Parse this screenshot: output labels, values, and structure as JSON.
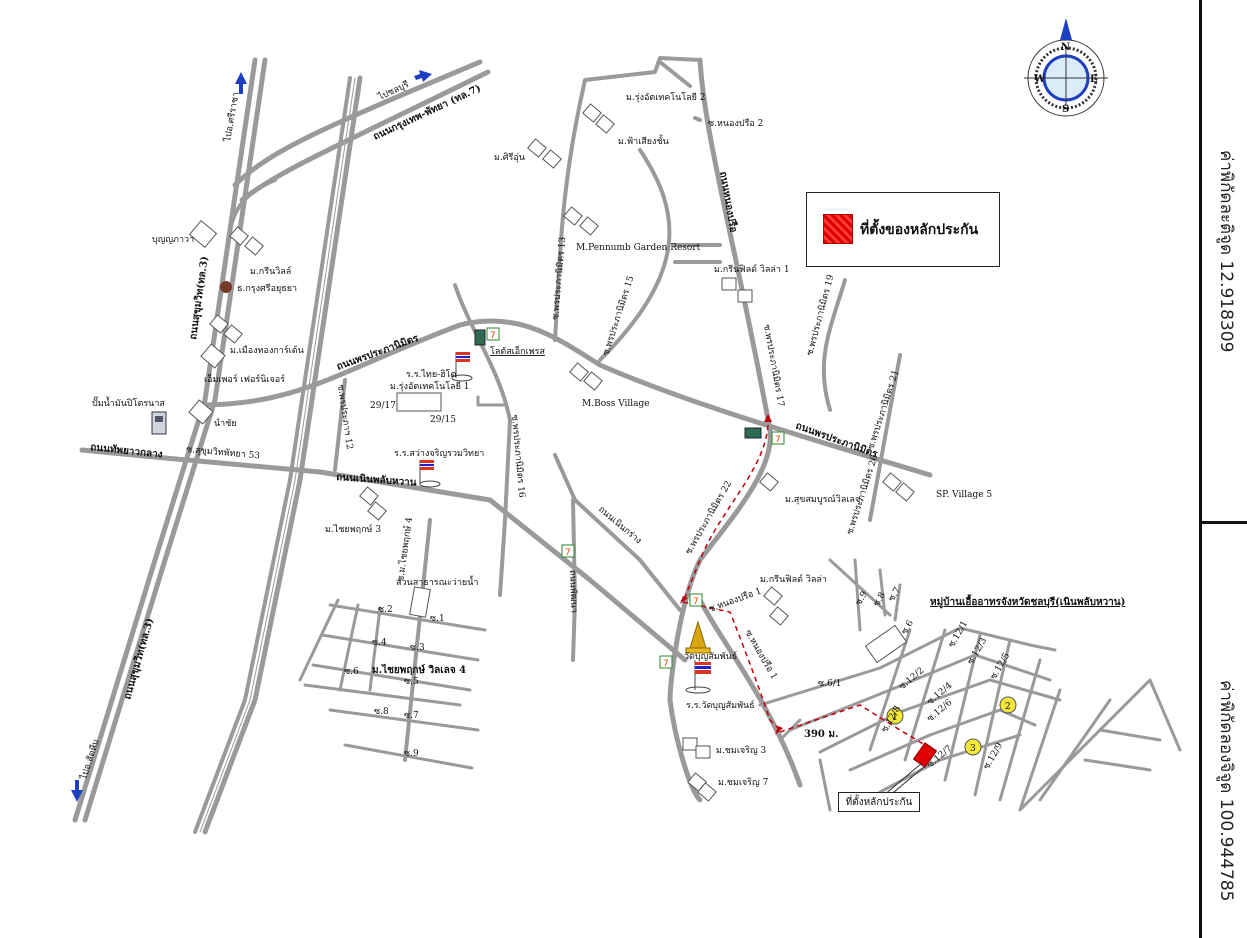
{
  "legend": {
    "label": "ที่ตั้งของหลักประกัน",
    "swatch_color": "#e10000"
  },
  "coords": {
    "lat": "ค่าพิกัดละติจูด 12.918309",
    "lon": "ค่าพิกัดลองจิจูด 100.944785"
  },
  "compass": {
    "n": "N",
    "s": "S",
    "e": "E",
    "w": "W"
  },
  "roads": {
    "sukhumvit_upper": "ถนนสุขุมวิท(ทล.3)",
    "sukhumvit_lower": "ถนนสุขุมวิท(ทล.3)",
    "motorway": "ถนนกรุงเทพ-พัทยา (ทล.7)",
    "pornprapa": "ถนนพรประภานิมิตร",
    "pornprapa_east": "ถนนพรประภานิมิตร",
    "noenplabwan": "ถนนเนินพลับหวาน",
    "thappraya": "ถนนทัพยาวกลาง",
    "nongprue": "ถนนหนองปรือ",
    "to_sriracha": "ไปอ.ศรีราชา",
    "to_chonburi": "ไปชลบุรี",
    "to_sattahip": "ไปอ.สัตหีบ"
  },
  "sois": {
    "s2": "ซ.หนองปรือ 2",
    "s13": "ซ.พรประภานิมิตร 13",
    "s15": "ซ.พรประภานิมิตร 15",
    "s17": "ซ.พรประภานิมิตร 17",
    "s19": "ซ.พรประภานิมิตร 19",
    "s21": "ซ.พรประภานิมิตร 21",
    "s26": "ซ.พรประภานิมิตร 26",
    "s22": "ซ.พรประภานิมิตร 22",
    "s16": "ซ.พรประภานิมิตร 16",
    "s12": "ซ.พรประภาฯ 12",
    "sukhumvit53": "ซ.สุขุมวิทพัทยา 53",
    "noenplab_village": "ซ.ม.ไชยพฤกษ์ 4",
    "watbunsamphan": "ถนนเนินกร่าง",
    "tha_talad": "ถนนพัฒนา",
    "nongprue_1": "ซ.หนองปรือ 1",
    "nongprue_1b": "ซ.หนองปรือ 1",
    "s_6_1": "ซ.6/1",
    "s_12_1": "ซ.12/1",
    "s_12_2": "ซ.12/2",
    "s_12_3": "ซ.12/3",
    "s_12_4": "ซ.12/4",
    "s_12_5": "ซ.12/5",
    "s_12_6": "ซ.12/6",
    "s_12_7": "ซ.12/7",
    "s_12_8": "ซ.12/8",
    "s_12_9": "ซ.12/9",
    "s_6": "ซ.6",
    "s_7": "ซ.7",
    "s_8": "ซ.8",
    "s_9": "ซ.9",
    "g_1": "ซ.1",
    "g_2": "ซ.2",
    "g_3": "ซ.3",
    "g_4": "ซ.4",
    "g_5": "ซ.5",
    "g_6": "ซ.6",
    "g_7": "ซ.7",
    "g_8": "ซ.8",
    "g_9": "ซ.9"
  },
  "places": {
    "m_lookpet2": "ม.รุ่งอัตเทคโนโลยี 2",
    "m_fahyaem": "ม.ฟ้าเสียงชั้น",
    "m_sirichai": "ม.ศิรีอุ่น",
    "m_pennumb": "M.Pennumb Garden Resort",
    "m_green1": "ม.กรีนฟิลด์ วิลล่า 1",
    "m_bunyapa": "บุญญภาวา",
    "m_greenville": "ม.กรีนวิลล์",
    "m_krungsri": "ธ.กรุงศรีอยุธยา",
    "m_muangthai": "ม.เมืองทองการ์เด้น",
    "m_emperor": "เอ็มเพอร์ เฟอร์นิเจอร์",
    "m_nachai": "นำชัย",
    "petrol": "ปั๊มน้ำมันปิโตรนาส",
    "lotus": "โลตัสเอ็กเพรส",
    "school_thai": "ร.ร.ไทย-ฮิโต",
    "m_look1": "ม.รุ่งอัตเทคโนโลยี 1",
    "soi_2917": "29/17",
    "soi_2915": "29/15",
    "boss": "M.Boss Village",
    "school_prachakorn": "ร.ร.สว่างจริญรวมวิทยา",
    "m_chaipruek3": "ม.ไชยพฤกษ์ 3",
    "park": "สวนสาธารณะว่ายน้ำ",
    "m_chaipruek4": "ม.ไชยพฤกษ์ วิลเลจ 4",
    "wat": "วัดบุญสัมพันธ์",
    "school_wat": "ร.ร.วัดบุญสัมพันธ์",
    "m_suksomboon": "ม.สุขสมบูรณ์วิลเลจ",
    "m_green_lower": "ม.กรีนฟิลด์ วิลล่า",
    "m_sp5": "SP. Village 5",
    "m_chaiyaphruek3": "ม.ชมเจริญ 3",
    "m_chaiyaphruek7": "ม.ชมเจริญ 7",
    "village_title": "หมู่บ้านเอื้ออาทรจังหวัดชลบุรี(เนินพลับหวาน)",
    "distance": "390 ม.",
    "n1": "1",
    "n2": "2",
    "n3": "3",
    "site_box": "ที่ตั้งหลักประกัน"
  },
  "colors": {
    "road": "#9a9a9a",
    "route": "#c0000a",
    "arrow": "#1e3fbf",
    "marker": "#f3e73a"
  }
}
